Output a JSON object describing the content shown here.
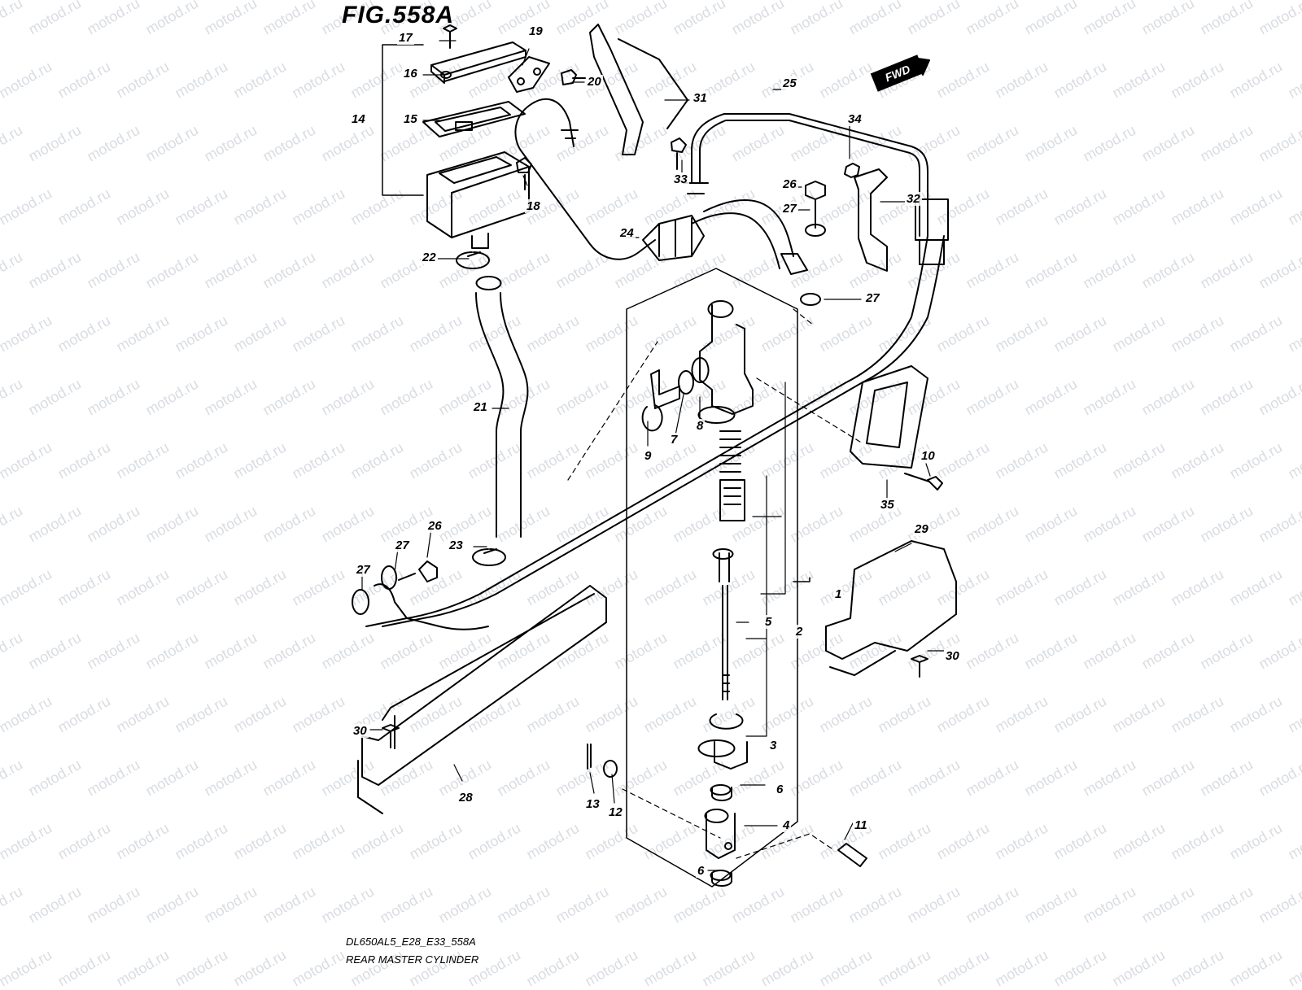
{
  "figure": {
    "title": "FIG.558A",
    "model_code": "DL650AL5_E28_E33_558A",
    "name": "REAR MASTER CYLINDER",
    "direction_badge": "FWD"
  },
  "watermark": "motod.ru",
  "callouts": [
    {
      "id": "c17",
      "label": "17"
    },
    {
      "id": "c16",
      "label": "16"
    },
    {
      "id": "c14",
      "label": "14"
    },
    {
      "id": "c15",
      "label": "15"
    },
    {
      "id": "c19",
      "label": "19"
    },
    {
      "id": "c20",
      "label": "20"
    },
    {
      "id": "c18",
      "label": "18"
    },
    {
      "id": "c22",
      "label": "22"
    },
    {
      "id": "c21",
      "label": "21"
    },
    {
      "id": "c23",
      "label": "23"
    },
    {
      "id": "c24",
      "label": "24"
    },
    {
      "id": "c31",
      "label": "31"
    },
    {
      "id": "c25",
      "label": "25"
    },
    {
      "id": "c34",
      "label": "34"
    },
    {
      "id": "c33",
      "label": "33"
    },
    {
      "id": "c26a",
      "label": "26"
    },
    {
      "id": "c32",
      "label": "32"
    },
    {
      "id": "c27a",
      "label": "27"
    },
    {
      "id": "c27b",
      "label": "27"
    },
    {
      "id": "c9",
      "label": "9"
    },
    {
      "id": "c7",
      "label": "7"
    },
    {
      "id": "c8",
      "label": "8"
    },
    {
      "id": "c10",
      "label": "10"
    },
    {
      "id": "c35",
      "label": "35"
    },
    {
      "id": "c29",
      "label": "29"
    },
    {
      "id": "c1",
      "label": "1"
    },
    {
      "id": "c5",
      "label": "5"
    },
    {
      "id": "c2",
      "label": "2"
    },
    {
      "id": "c3",
      "label": "3"
    },
    {
      "id": "c6a",
      "label": "6"
    },
    {
      "id": "c4",
      "label": "4"
    },
    {
      "id": "c6b",
      "label": "6"
    },
    {
      "id": "c11",
      "label": "11"
    },
    {
      "id": "c13",
      "label": "13"
    },
    {
      "id": "c12",
      "label": "12"
    },
    {
      "id": "c30a",
      "label": "30"
    },
    {
      "id": "c30b",
      "label": "30"
    },
    {
      "id": "c28",
      "label": "28"
    },
    {
      "id": "c26b",
      "label": "26"
    },
    {
      "id": "c27c",
      "label": "27"
    },
    {
      "id": "c27d",
      "label": "27"
    }
  ]
}
